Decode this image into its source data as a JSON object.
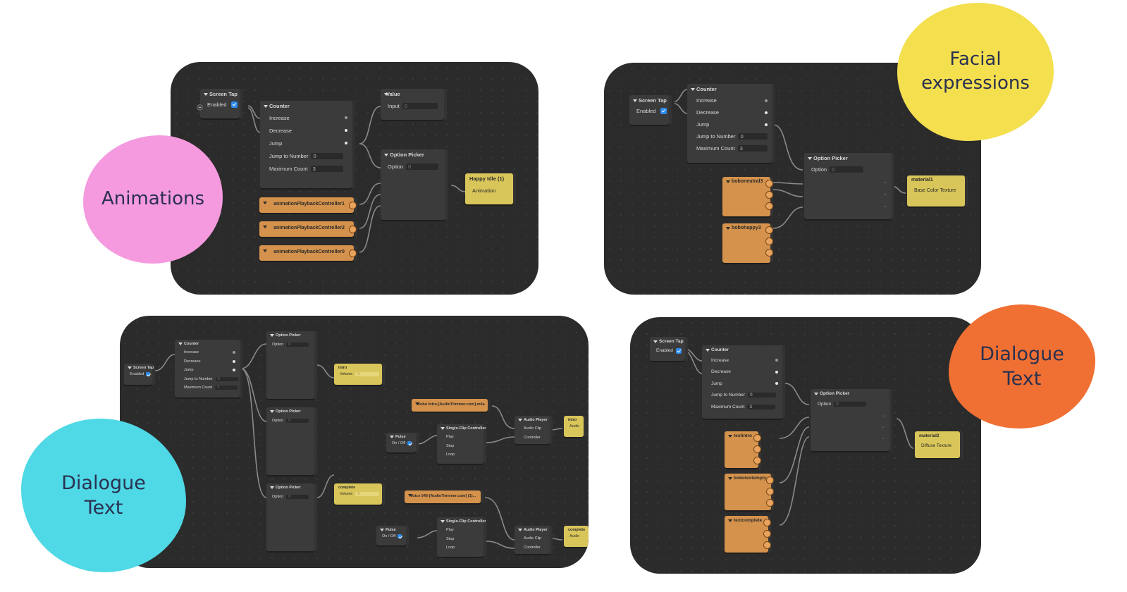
{
  "colors": {
    "panel": "#2b2b2b",
    "node": "#3b3b3b",
    "orange": "#d4924c",
    "yellow": "#d9c65a",
    "pink": "#f59ade",
    "yellow_blob": "#f4df4f",
    "cyan": "#4fd8e6",
    "orange_blob": "#f07033",
    "check": "#2d8cf0"
  },
  "labels": {
    "animations": "Animations",
    "facial_1": "Facial",
    "facial_2": "expressions",
    "dialogue_1": "Dialogue",
    "dialogue_2": "Text",
    "dialogue2_1": "Dialogue",
    "dialogue2_2": "Text"
  },
  "common": {
    "screen_tap": "Screen Tap",
    "enabled": "Enabled",
    "counter": "Counter",
    "increase": "Increase",
    "decrease": "Decrease",
    "jump": "Jump",
    "jump_to_number": "Jump to Number",
    "maximum_count": "Maximum Count",
    "zero": "0",
    "three": "3",
    "option_picker": "Option Picker",
    "option": "Option",
    "value": "Value",
    "input": "Input",
    "pulse": "Pulse",
    "on_off": "On / Off",
    "single_clip": "Single-Clip Controller",
    "play": "Play",
    "stop": "Stop",
    "loop": "Loop",
    "audio_player": "Audio Player",
    "audio_clip": "Audio Clip",
    "controller": "Controller",
    "audio": "Audio",
    "volume": "Volume"
  },
  "panel1": {
    "happy_idle": "Happy Idle (1)",
    "animation": "Animation",
    "apc1": "animationPlaybackController1",
    "apc2": "animationPlaybackController2",
    "apc0": "animationPlaybackController0"
  },
  "panel2": {
    "bobo_neutral": "boboneutral3",
    "bobo_happy": "bobohappy3",
    "material": "material1",
    "base_color": "Base Color Texture"
  },
  "panel3": {
    "intro": "intro",
    "complete": "complete",
    "bobo_intro": "Bobo Intro-[AudioTrimmer.com].m4a",
    "voice": "Voice 046-[AudioTrimmer.com] (1)..."
  },
  "panel4": {
    "text_intro": "textintro",
    "bobo_text_empty": "bobotextempty",
    "text_complete": "textcomplete",
    "material": "material2",
    "diffuse": "Diffuse Texture"
  }
}
